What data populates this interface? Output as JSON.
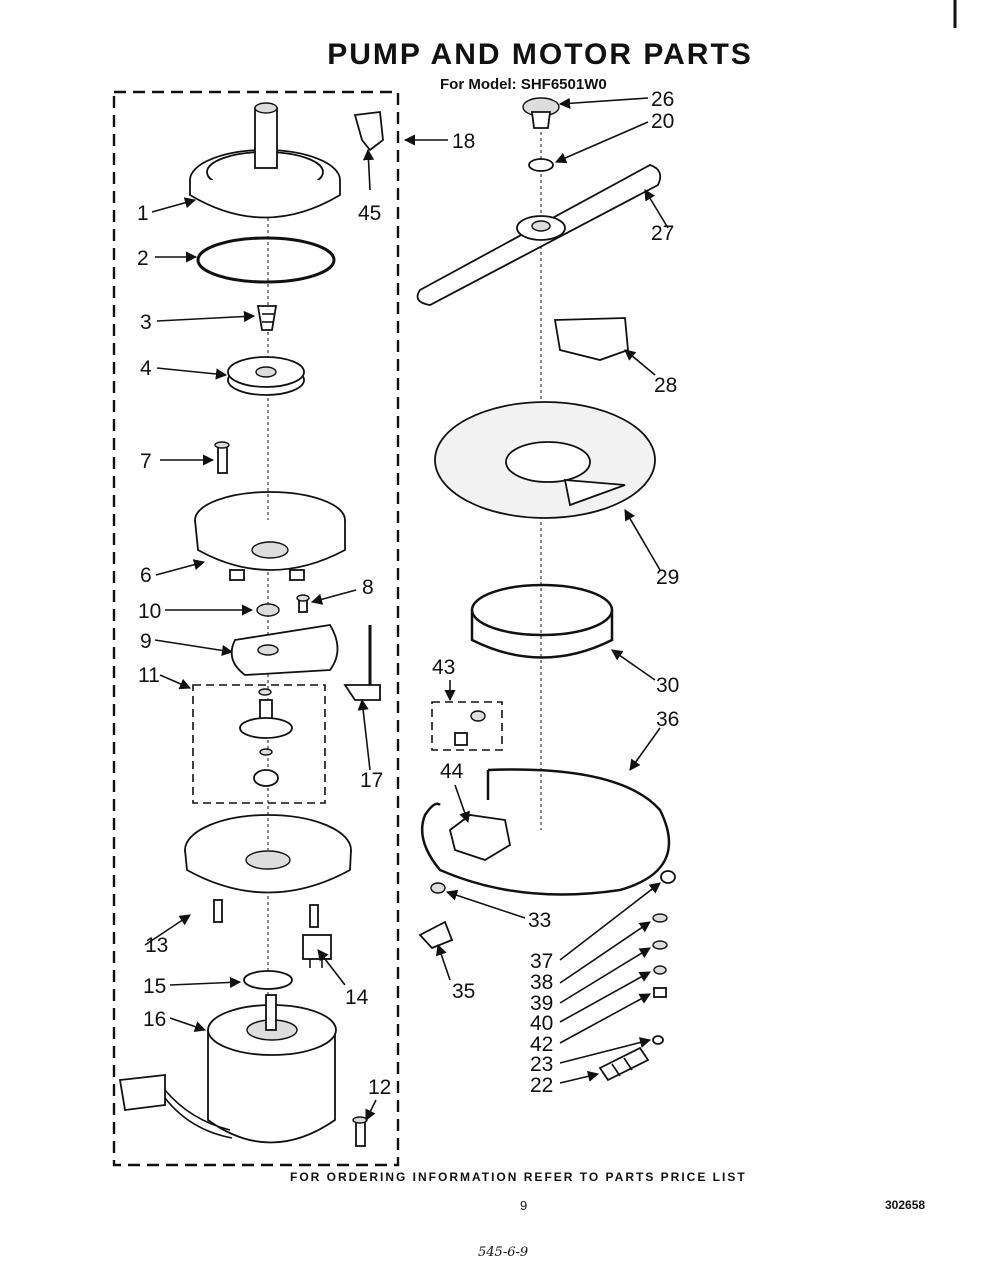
{
  "title": "PUMP AND MOTOR PARTS",
  "model_line": "For Model: SHF6501W0",
  "footer_note": "FOR ORDERING INFORMATION REFER TO PARTS PRICE LIST",
  "page_number": "9",
  "document_number": "302658",
  "handwritten_note": "545-6-9",
  "callouts": {
    "p1": "1",
    "p2": "2",
    "p3": "3",
    "p4": "4",
    "p6": "6",
    "p7": "7",
    "p8": "8",
    "p9": "9",
    "p10": "10",
    "p11": "11",
    "p12": "12",
    "p13": "13",
    "p14": "14",
    "p15": "15",
    "p16": "16",
    "p17": "17",
    "p18": "18",
    "p20": "20",
    "p22": "22",
    "p23": "23",
    "p26": "26",
    "p27": "27",
    "p28": "28",
    "p29": "29",
    "p30": "30",
    "p33": "33",
    "p35": "35",
    "p36": "36",
    "p37": "37",
    "p38": "38",
    "p39": "39",
    "p40": "40",
    "p42": "42",
    "p43": "43",
    "p44": "44",
    "p45": "45"
  }
}
